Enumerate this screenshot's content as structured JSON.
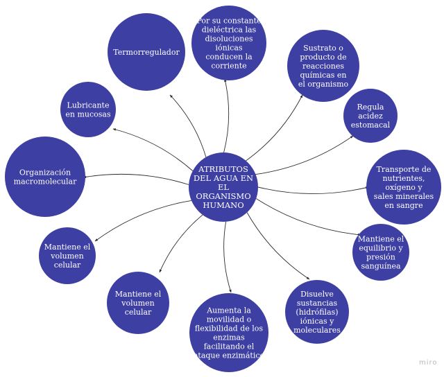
{
  "center": {
    "label": [
      "ATRIBUTOS",
      "DEL AGUA EN",
      "EL",
      "ORGANISMO",
      "HUMANO"
    ]
  },
  "nodes": [
    {
      "id": "termorregulador",
      "label": [
        "Termorregulador"
      ]
    },
    {
      "id": "constante-dielectrica",
      "label": [
        "Por su constante",
        "dieléctrica las",
        "disoluciones",
        "iónicas",
        "conducen la",
        "corriente"
      ]
    },
    {
      "id": "sustrato",
      "label": [
        "Sustrato o",
        "producto de",
        "reacciones",
        "químicas en",
        "el organismo"
      ]
    },
    {
      "id": "regula-acidez",
      "label": [
        "Regula",
        "acidez",
        "estomacal"
      ]
    },
    {
      "id": "transporte",
      "label": [
        "Transporte de",
        "nutrientes,",
        "oxígeno y",
        "sales minerales",
        "en sangre"
      ]
    },
    {
      "id": "equilibrio",
      "label": [
        "Mantiene el",
        "equilibrio y",
        "presión",
        "sanguínea"
      ]
    },
    {
      "id": "disuelve",
      "label": [
        "Disuelve",
        "sustancias",
        "(hidrófilas)",
        "iónicas y",
        "moleculares"
      ]
    },
    {
      "id": "movilidad-enzimas",
      "label": [
        "Aumenta la",
        "movilidad o",
        "flexibilidad de los",
        "enzimas",
        "facilitando el",
        "ataque enzimático"
      ]
    },
    {
      "id": "volumen-celular-2",
      "label": [
        "Mantiene el",
        "volumen",
        "celular"
      ]
    },
    {
      "id": "volumen-celular-1",
      "label": [
        "Mantiene el",
        "volumen",
        "celular"
      ]
    },
    {
      "id": "organizacion",
      "label": [
        "Organización",
        "macromolecular"
      ]
    },
    {
      "id": "lubricante",
      "label": [
        "Lubricante",
        "en mucosas"
      ]
    }
  ],
  "watermark": "miro",
  "colors": {
    "node_fill": "#3d3fa3",
    "edge": "#2b2b2b",
    "text": "#ffffff"
  }
}
